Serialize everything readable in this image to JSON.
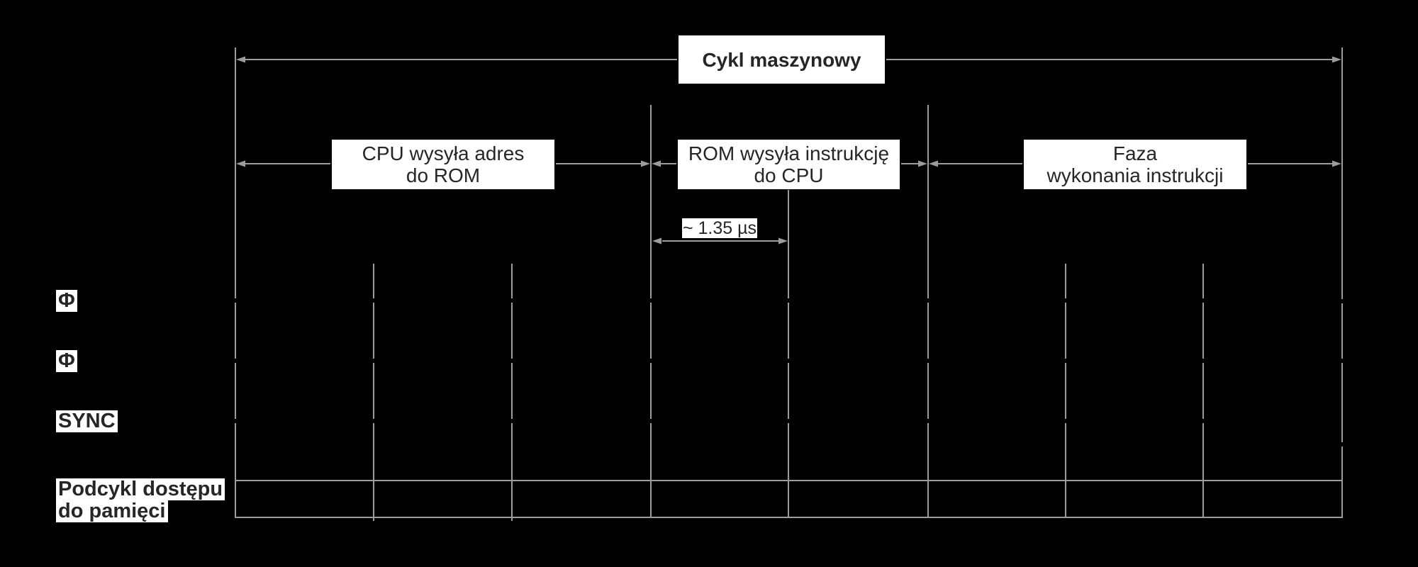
{
  "diagram": {
    "colors": {
      "background": "#000000",
      "line": "#9c9c9c",
      "box_background": "#ffffff",
      "box_text": "#262626"
    },
    "machine_cycle_label": "Cykl maszynowy",
    "phase_boxes": {
      "phase1": {
        "line1": "CPU wysyła adres",
        "line2": "do ROM"
      },
      "phase2": {
        "line1": "ROM wysyła instrukcję",
        "line2": "do CPU"
      },
      "phase3": {
        "line1": "Faza",
        "line2": "wykonania instrukcji"
      }
    },
    "duration_label": "~ 1.35 µs",
    "signals": {
      "phi1": "Φ",
      "phi2": "Φ",
      "sync": "SYNC",
      "memory_subcycle_line1": "Podcykl dostępu",
      "memory_subcycle_line2": "do pamięci"
    }
  }
}
